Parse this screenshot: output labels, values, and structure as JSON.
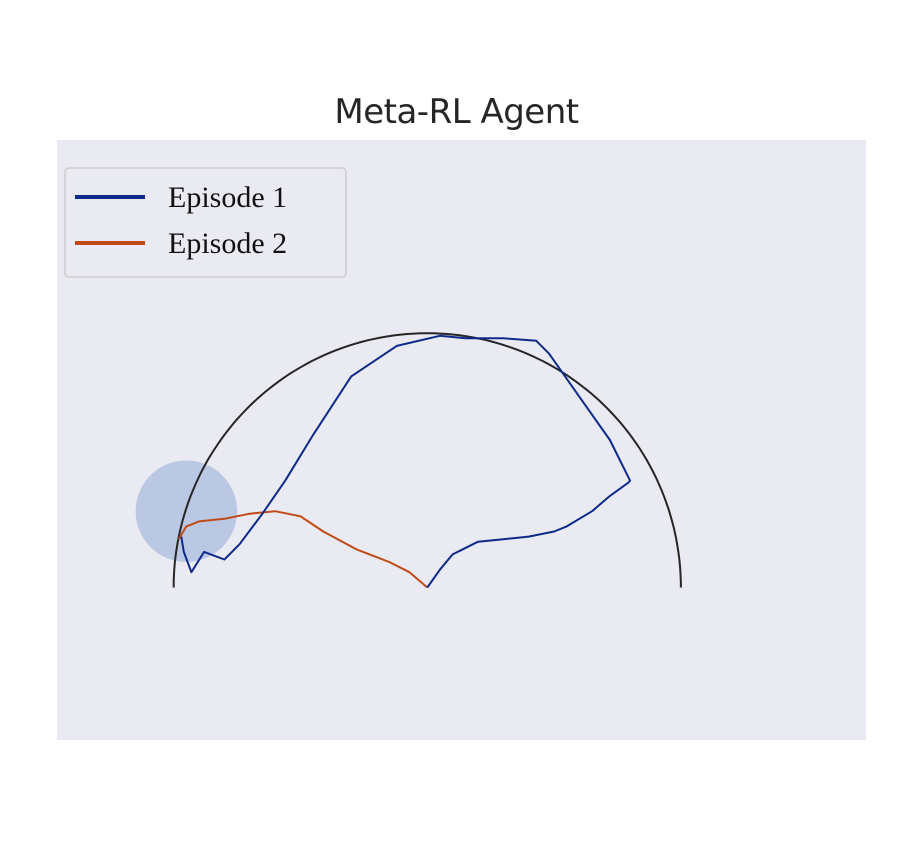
{
  "chart_data": {
    "type": "line",
    "title": "Meta-RL Agent",
    "xlabel": "",
    "ylabel": "",
    "xlim": [
      -1.46,
      1.73
    ],
    "ylim": [
      -0.6,
      1.76
    ],
    "grid": false,
    "legend": {
      "placement": "top-left"
    },
    "boundary": {
      "shape": "semicircle",
      "center": [
        0,
        0
      ],
      "radius": 1.0,
      "color": "#262626"
    },
    "goal": {
      "center": [
        -0.95,
        0.3
      ],
      "radius": 0.2,
      "color": "#b3c2e0"
    },
    "series": [
      {
        "name": "Episode 1",
        "color": "#0d2a8a",
        "x": [
          0.0,
          0.05,
          0.1,
          0.14,
          0.2,
          0.3,
          0.4,
          0.5,
          0.55,
          0.65,
          0.72,
          0.79,
          0.8,
          0.72,
          0.6,
          0.48,
          0.43,
          0.3,
          0.15,
          0.05,
          -0.12,
          -0.3,
          -0.45,
          -0.56,
          -0.65,
          -0.74,
          -0.8,
          -0.88,
          -0.93,
          -0.96,
          -0.97
        ],
        "y": [
          0.0,
          0.07,
          0.13,
          0.15,
          0.18,
          0.19,
          0.2,
          0.22,
          0.24,
          0.3,
          0.36,
          0.41,
          0.42,
          0.58,
          0.75,
          0.92,
          0.97,
          0.98,
          0.98,
          0.99,
          0.95,
          0.83,
          0.6,
          0.42,
          0.29,
          0.17,
          0.11,
          0.14,
          0.06,
          0.14,
          0.2
        ]
      },
      {
        "name": "Episode 2",
        "color": "#c04a17",
        "x": [
          0.0,
          -0.07,
          -0.15,
          -0.28,
          -0.41,
          -0.5,
          -0.6,
          -0.7,
          -0.8,
          -0.9,
          -0.95,
          -0.98
        ],
        "y": [
          0.0,
          0.06,
          0.1,
          0.15,
          0.22,
          0.28,
          0.3,
          0.29,
          0.27,
          0.26,
          0.24,
          0.19
        ]
      }
    ]
  }
}
